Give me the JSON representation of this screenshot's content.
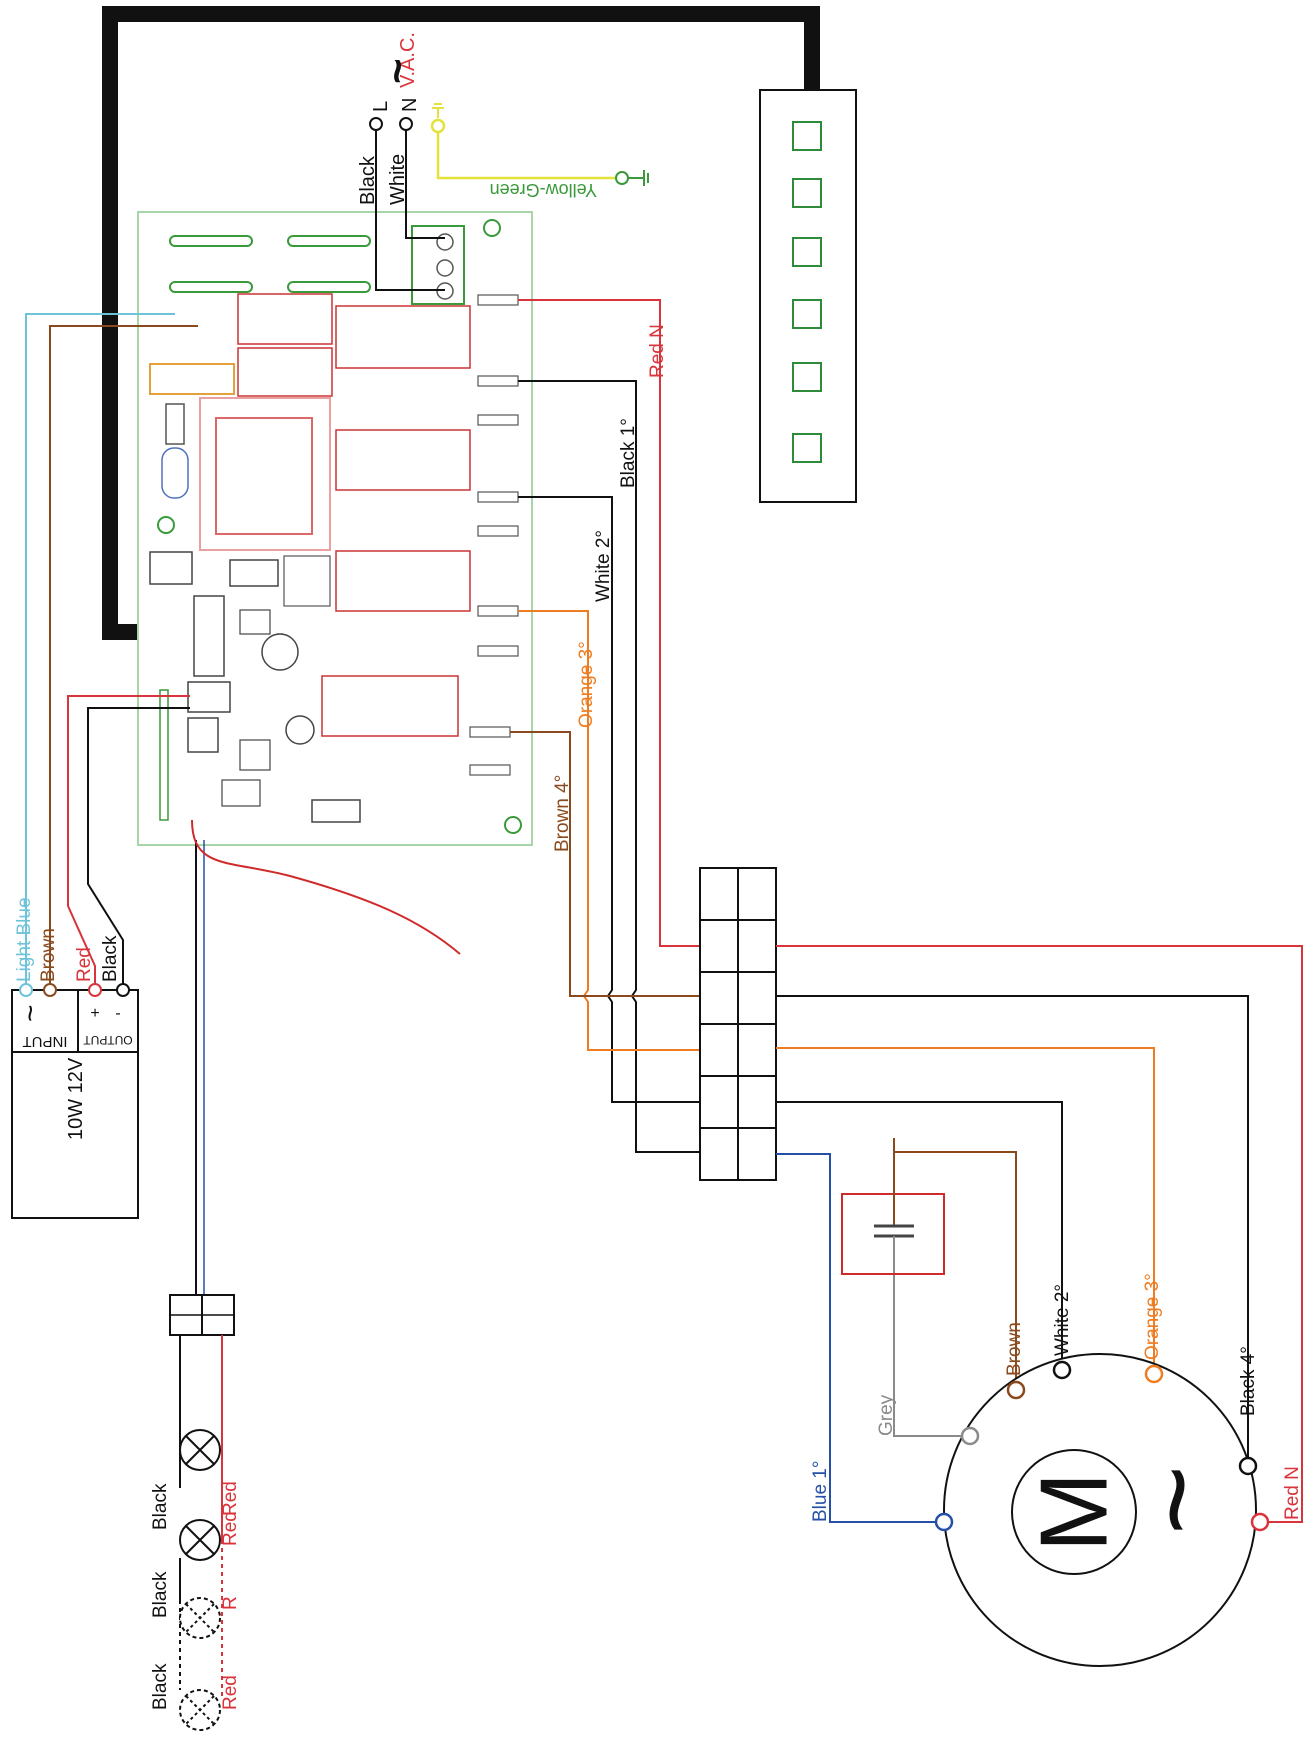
{
  "colors": {
    "black": "#111111",
    "white_wire": "#222222",
    "red": "#d9343b",
    "brown": "#8b4a1d",
    "orange": "#ee7d22",
    "light_blue": "#6fc3d8",
    "blue": "#2650a8",
    "grey": "#8a8a8a",
    "yellow": "#e2e23a",
    "green": "#3a9a3a",
    "board": "#a9d6a9",
    "capacitor_box": "#d02b2b"
  },
  "mains": {
    "vac": "V.A.C.",
    "l": "L",
    "n": "N",
    "black": "Black",
    "white": "White",
    "yellow_green": "Yellow-Green"
  },
  "psu": {
    "light_blue": "Light Blue",
    "brown": "Brown",
    "red": "Red",
    "black": "Black",
    "input": "INPUT",
    "output": "OUTPUT",
    "plus": "+",
    "minus": "-",
    "rating": "10W 12V"
  },
  "board_wires": {
    "red_n": "Red N",
    "black_1": "Black 1°",
    "white_2": "White 2°",
    "orange_3": "Orange 3°",
    "brown_4": "Brown 4°"
  },
  "motor": {
    "white_2": "White 2°",
    "orange_3": "Orange 3°",
    "brown": "Brown",
    "black_4": "Black 4°",
    "grey": "Grey",
    "blue_1": "Blue 1°",
    "red_n": "Red N",
    "m": "M",
    "ac": "~"
  },
  "lamps": {
    "black_1": "Black",
    "black_2": "Black",
    "black_3": "Black",
    "red_1": "Red",
    "red_2": "Red",
    "r": "R",
    "red_3": "Red"
  }
}
